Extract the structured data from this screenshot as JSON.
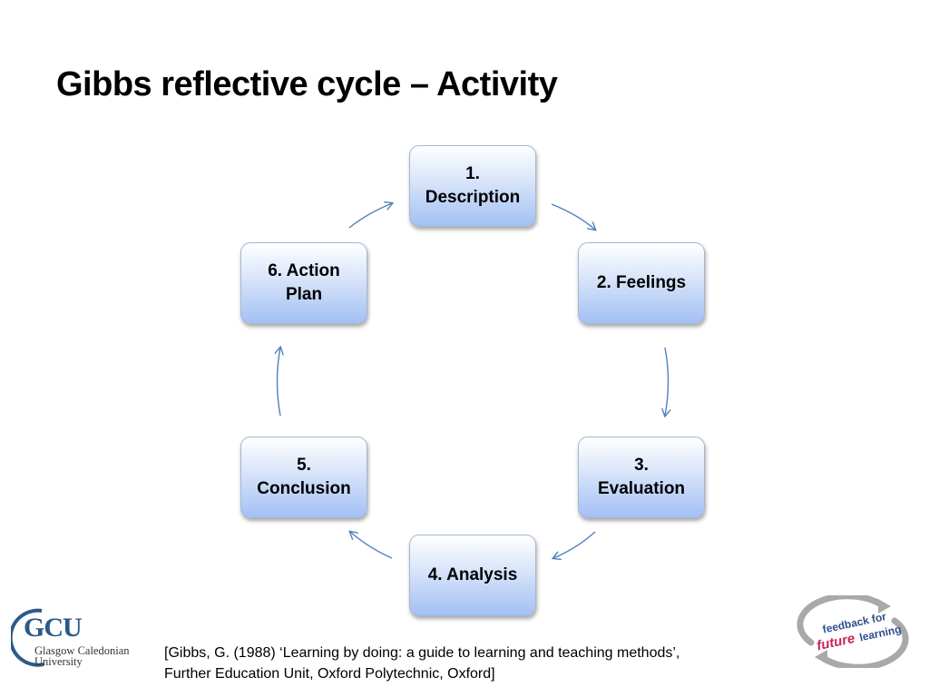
{
  "slide": {
    "title": "Gibbs reflective cycle – Activity"
  },
  "cycle": {
    "stages": [
      {
        "line1": "1.",
        "line2": "Description"
      },
      {
        "line1": "2. Feelings",
        "line2": ""
      },
      {
        "line1": "3.",
        "line2": "Evaluation"
      },
      {
        "line1": "4. Analysis",
        "line2": ""
      },
      {
        "line1": "5.",
        "line2": "Conclusion"
      },
      {
        "line1": "6. Action",
        "line2": "Plan"
      }
    ],
    "arrow_color": "#4f81bd"
  },
  "footer": {
    "reference_line1": "[Gibbs, G. (1988) ‘Learning by doing: a guide to learning and teaching methods’,",
    "reference_line2": "Further Education Unit, Oxford Polytechnic, Oxford]"
  },
  "logos": {
    "gcu": {
      "letters": "GCU",
      "name_line1": "Glasgow Caledonian",
      "name_line2": "University",
      "color": "#2b5a86"
    },
    "feedback": {
      "word1": "feedback for",
      "word2": "future",
      "word3": "learning",
      "colors": {
        "primary": "#2e4f8c",
        "accent": "#c8235b",
        "ring": "#a9a9a9"
      }
    }
  }
}
